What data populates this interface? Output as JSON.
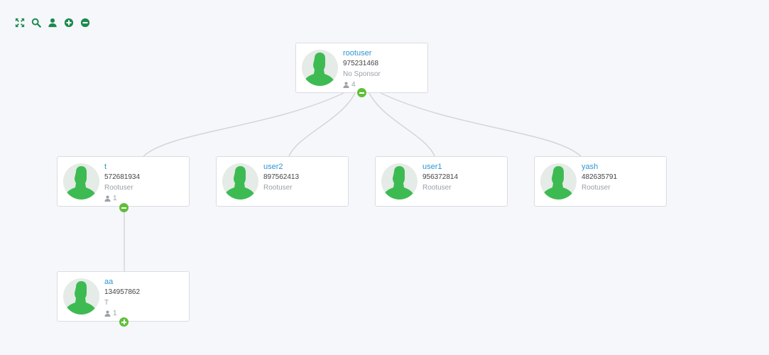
{
  "toolbar": {
    "items": [
      {
        "icon": "expand-icon",
        "label": "Fullscreen"
      },
      {
        "icon": "search-icon",
        "label": "Search"
      },
      {
        "icon": "user-icon",
        "label": "User"
      },
      {
        "icon": "zoom-in-icon",
        "label": "Zoom in"
      },
      {
        "icon": "zoom-out-icon",
        "label": "Zoom out"
      }
    ],
    "color": "#1b8a4e"
  },
  "colors": {
    "name": "#2f95d0",
    "toggle": "#5fbf3a",
    "avatar_fg": "#3dbb52",
    "avatar_bg": "#e5ebe6",
    "link": "#d3d5d9"
  },
  "nodes": {
    "root": {
      "name": "rootuser",
      "id": "975231468",
      "sponsor": "No Sponsor",
      "count": "4",
      "toggle": "collapse"
    },
    "t": {
      "name": "t",
      "id": "572681934",
      "sponsor": "Rootuser",
      "count": "1",
      "toggle": "collapse"
    },
    "user2": {
      "name": "user2",
      "id": "897562413",
      "sponsor": "Rootuser"
    },
    "user1": {
      "name": "user1",
      "id": "956372814",
      "sponsor": "Rootuser"
    },
    "yash": {
      "name": "yash",
      "id": "482635791",
      "sponsor": "Rootuser"
    },
    "aa": {
      "name": "aa",
      "id": "134957862",
      "sponsor": "T",
      "count": "1",
      "toggle": "expand"
    }
  }
}
